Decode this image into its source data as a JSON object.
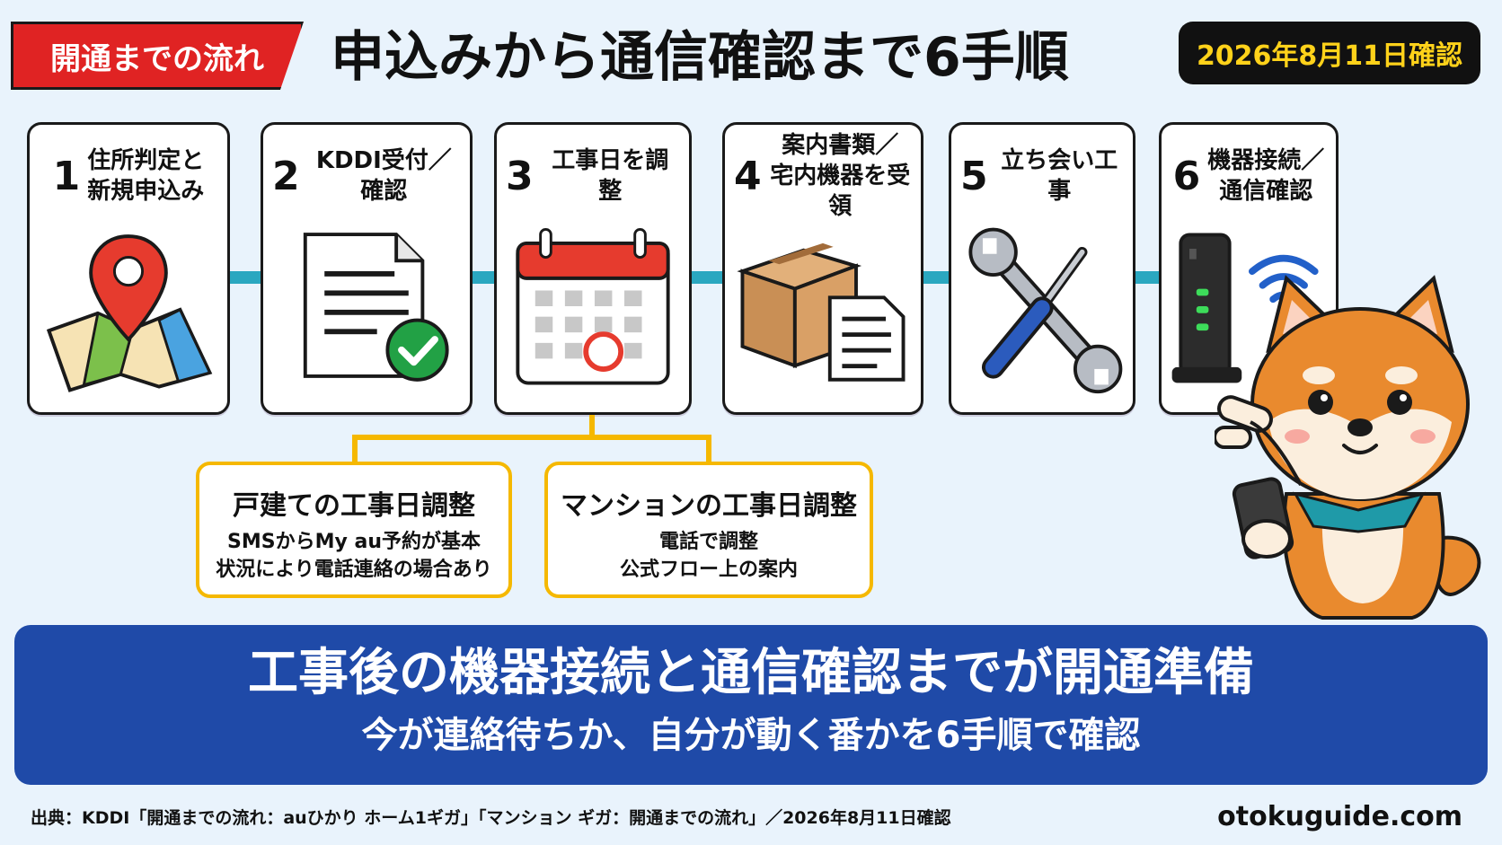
{
  "header": {
    "tag": "開通までの流れ",
    "title": "申込みから通信確認まで6手順",
    "date_badge": "2026年8月11日確認"
  },
  "steps": [
    {
      "num": "1",
      "label": "住所判定と\n新規申込み",
      "icon": "map-pin-icon"
    },
    {
      "num": "2",
      "label": "KDDI受付／確認",
      "icon": "document-check-icon"
    },
    {
      "num": "3",
      "label": "工事日を調整",
      "icon": "calendar-icon"
    },
    {
      "num": "4",
      "label": "案内書類／\n宅内機器を受領",
      "icon": "package-document-icon"
    },
    {
      "num": "5",
      "label": "立ち会い工事",
      "icon": "wrench-screwdriver-icon"
    },
    {
      "num": "6",
      "label": "機器接続／\n通信確認",
      "icon": "router-wifi-icon"
    }
  ],
  "branches": [
    {
      "title": "戸建ての工事日調整",
      "lines": [
        "SMSからMy au予約が基本",
        "状況により電話連絡の場合あり"
      ]
    },
    {
      "title": "マンションの工事日調整",
      "lines": [
        "電話で調整",
        "公式フロー上の案内"
      ]
    }
  ],
  "banner": {
    "main": "工事後の機器接続と通信確認までが開通準備",
    "sub": "今が連絡待ちか、自分が動く番かを6手順で確認"
  },
  "footer": {
    "source": "出典：KDDI「開通までの流れ：auひかり ホーム1ギガ」「マンション ギガ：開通までの流れ」／2026年8月11日確認",
    "site": "otokuguide.com"
  },
  "colors": {
    "tag_red": "#e02323",
    "connector_teal": "#2aa7c0",
    "branch_yellow": "#f5b800",
    "banner_blue": "#1f4aa8",
    "badge_yellow": "#ffd21a"
  },
  "mascot": "shiba-dog-icon"
}
